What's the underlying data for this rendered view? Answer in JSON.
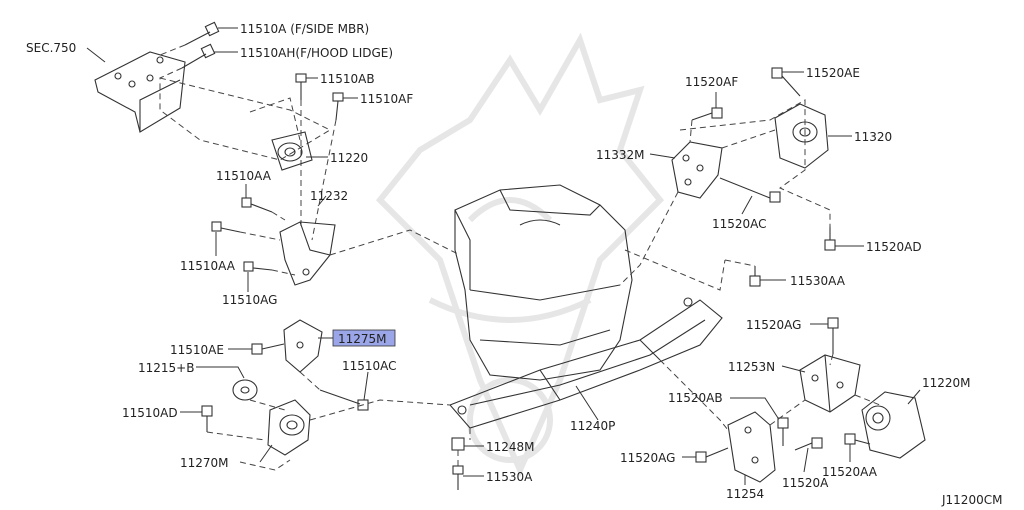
{
  "diagram_code": "J11200CM",
  "highlight_color": "#9aa6e8",
  "labels": {
    "sec750": "SEC.750",
    "p11510A": "11510A (F/SIDE MBR)",
    "p11510AH": "11510AH(F/HOOD LIDGE)",
    "p11510AB": "11510AB",
    "p11510AF": "11510AF",
    "p11220": "11220",
    "p11510AA_1": "11510AA",
    "p11232": "11232",
    "p11510AA_2": "11510AA",
    "p11510AG": "11510AG",
    "p11275M": "11275M",
    "p11510AE": "11510AE",
    "p11215B": "11215+B",
    "p11510AC": "11510AC",
    "p11510AD": "11510AD",
    "p11270M": "11270M",
    "p11248M": "11248M",
    "p11530A": "11530A",
    "p11240P": "11240P",
    "p11520AF": "11520AF",
    "p11520AE": "11520AE",
    "p11332M": "11332M",
    "p11320": "11320",
    "p11520AC": "11520AC",
    "p11520AD": "11520AD",
    "p11530AA": "11530AA",
    "p11520AG_1": "11520AG",
    "p11253N": "11253N",
    "p11220M": "11220M",
    "p11520AB": "11520AB",
    "p11520AG_2": "11520AG",
    "p11254": "11254",
    "p11520A": "11520A",
    "p11520AA": "11520AA"
  }
}
